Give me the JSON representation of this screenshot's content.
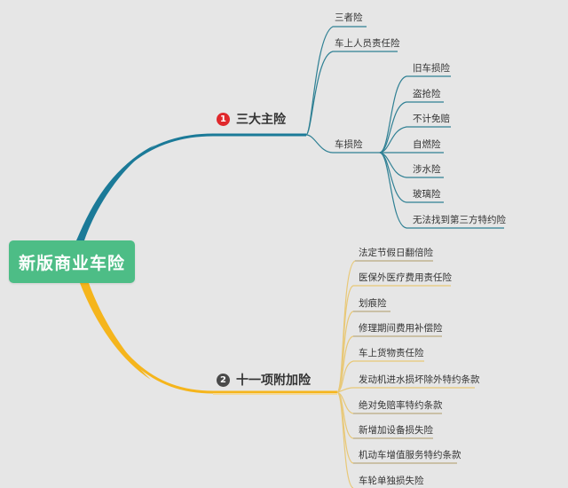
{
  "root": {
    "label": "新版商业车险",
    "color": "#4dbd86"
  },
  "branches": [
    {
      "index": "1",
      "label": "三大主险",
      "badge_color": "#e0282c",
      "line_color": "#1b7a98",
      "children": [
        {
          "label": "三者险"
        },
        {
          "label": "车上人员责任险"
        },
        {
          "label": "车损险",
          "children": [
            {
              "label": "旧车损险"
            },
            {
              "label": "盗抢险"
            },
            {
              "label": "不计免赔"
            },
            {
              "label": "自燃险"
            },
            {
              "label": "涉水险"
            },
            {
              "label": "玻璃险"
            },
            {
              "label": "无法找到第三方特约险"
            }
          ]
        }
      ]
    },
    {
      "index": "2",
      "label": "十一项附加险",
      "badge_color": "#4a4a4a",
      "line_color": "#f5b51c",
      "children": [
        {
          "label": "法定节假日翻倍险"
        },
        {
          "label": "医保外医疗费用责任险"
        },
        {
          "label": "划痕险"
        },
        {
          "label": "修理期间费用补偿险"
        },
        {
          "label": "车上货物责任险"
        },
        {
          "label": "发动机进水损坏除外特约条款"
        },
        {
          "label": "绝对免赔率特约条款"
        },
        {
          "label": "新增加设备损失险"
        },
        {
          "label": "机动车增值服务特约条款"
        },
        {
          "label": "车轮单独损失险"
        }
      ]
    }
  ]
}
